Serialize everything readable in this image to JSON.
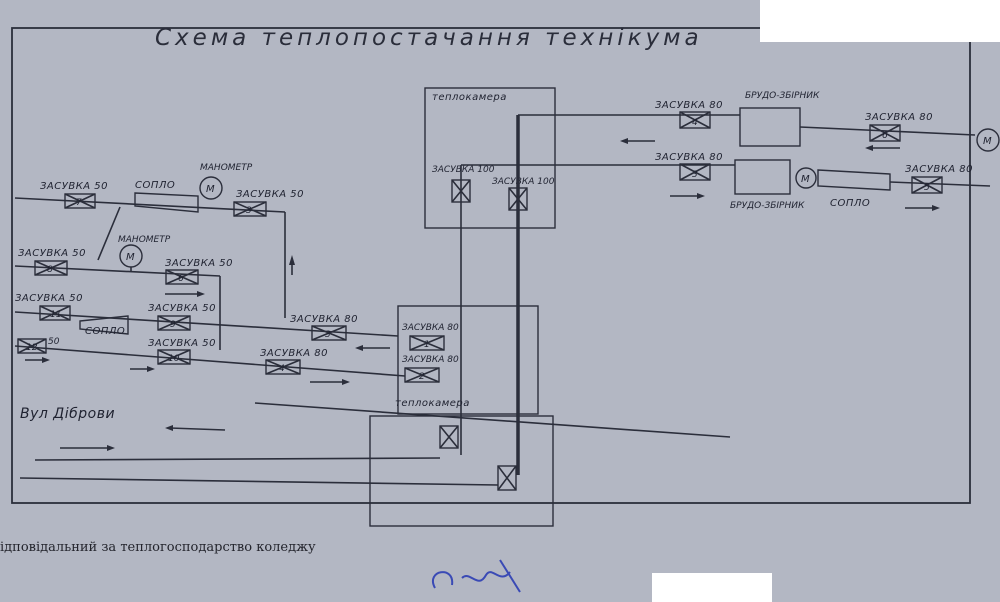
{
  "title": "Схема теплопостачання технікума",
  "chambers": {
    "upper": "теплокамера",
    "lower": "теплокамера"
  },
  "street": "Вул Діброви",
  "footer": "ідповідальний за теплогосподарство коледжу",
  "labels": {
    "v7": "ЗАСУВКА 50",
    "sopilo1": "СОПЛО",
    "manometer1": "МАНОМЕТР",
    "v3a": "ЗАСУВКА 50",
    "v8": "ЗАСУВКА 50",
    "manometer2": "МАНОМЕТР",
    "v6": "ЗАСУВКА 50",
    "v11": "ЗАСУВКА 50",
    "sopilo2": "СОПЛО",
    "v9": "ЗАСУВКА 50",
    "v12": "50",
    "v10": "ЗАСУВКА 50",
    "v3b": "ЗАСУВКА 80",
    "v4": "ЗАСУВКА 80",
    "v1": "ЗАСУВКА 80",
    "v2": "ЗАСУВКА 80",
    "vup1": "ЗАСУВКА 100",
    "vup2": "ЗАСУВКА 100",
    "r4": "ЗАСУВКА 80",
    "r3": "ЗАСУВКА 80",
    "mud1": "БРУДО-ЗБІРНИК",
    "mud2": "БРУДО-ЗБІРНИК",
    "r6": "ЗАСУВКА 80",
    "r5": "ЗАСУВКА 80",
    "sopilo3": "СОПЛО"
  },
  "valve_numbers": {
    "v7": "7",
    "v3a": "3",
    "v8": "8",
    "v6": "6",
    "v11": "11",
    "v9": "9",
    "v12": "12",
    "v10": "10",
    "v3b": "3",
    "v4": "4",
    "v1": "1",
    "v2": "2",
    "r4": "4",
    "r3": "3",
    "r6": "6",
    "r5": "5"
  },
  "gauge_symbol": "M"
}
